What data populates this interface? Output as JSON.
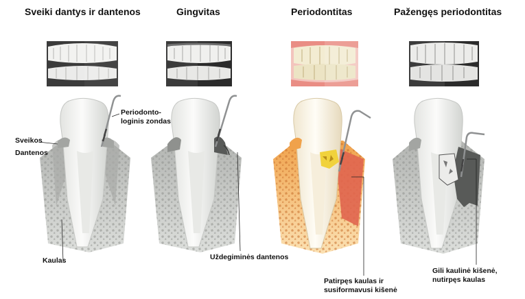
{
  "stages": [
    {
      "title": "Sveiki dantys ir dantenos",
      "labels": {
        "probe_line1": "Periodonto-",
        "probe_line2": "loginis zondas",
        "gum_line1": "Sveikos",
        "gum_line2": "Dantenos",
        "bone": "Kaulas"
      }
    },
    {
      "title": "Gingvitas",
      "labels": {
        "gums": "Uždegiminės dantenos"
      }
    },
    {
      "title": "Periodontitas",
      "labels": {
        "line1": "Patirpęs kaulas ir",
        "line2": "susiformavusi kišenė"
      }
    },
    {
      "title": "Pažengęs periodontitas",
      "labels": {
        "line1": "Gili kaulinė kišenė,",
        "line2": "nutirpęs kaulas"
      }
    }
  ],
  "colors": {
    "tooth": "#f7f7f4",
    "tooth_shade": "#d9dbd8",
    "bone_gray": "#c9cbc8",
    "bone_dark": "#9a9c99",
    "gum_gray": "#b9bbb8",
    "inflamed_gum": "#585a58",
    "gum_red": "#e0654f",
    "bone_orange": "#f2b05a",
    "pocket_yellow": "#f1d23c",
    "probe": "#8f9192"
  }
}
